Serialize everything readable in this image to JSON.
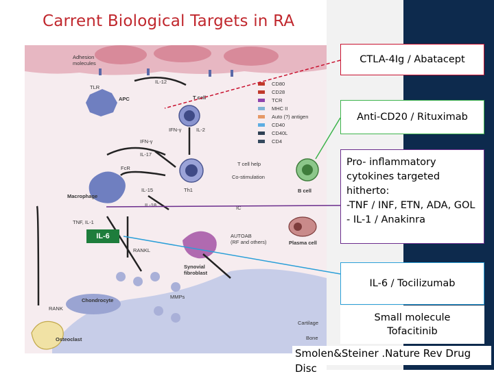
{
  "title": "Carrent  Biological Targets in RA",
  "callouts": {
    "ctla4": "CTLA-4Ig / Abatacept",
    "cd20": "Anti-CD20 / Rituximab",
    "cytokines": [
      "Pro- inflammatory",
      "cytokines  targeted",
      "hitherto:",
      "-TNF / INF, ETN, ADA, GOL",
      "- IL-1 / Anakinra"
    ],
    "il6": "IL-6 / Tocilizumab",
    "small_molecule": [
      "Small molecule",
      "Tofacitinib"
    ]
  },
  "il6_tag": "IL-6",
  "citation": "Smolen&Steiner .Nature Rev Drug Disc",
  "figure_labels": {
    "adhesion": [
      "Adhesion",
      "molecules"
    ],
    "tlr": "TLR",
    "apc": "APC",
    "tcell": "T cell",
    "il12": "IL-12",
    "ifng_short": "IFN-γ",
    "il2": "IL-2",
    "ifng": "IFN-γ",
    "il17": "IL-17",
    "fcr": "FcR",
    "il15": "IL-15",
    "il18": "IL-18",
    "th1": "Th1",
    "tcell_help": "T cell help",
    "costim": "Co-stimulation",
    "bcell": "B cell",
    "macrophage": "Macrophage",
    "ic": "IC",
    "tnf_il1": "TNF, IL-1",
    "autoab": [
      "AUTOAB",
      "(RF and others)"
    ],
    "plasma": "Plasma cell",
    "rankl": "RANKL",
    "synovial": [
      "Synovial",
      "fibroblast"
    ],
    "chondrocyte": "Chondrocyte",
    "mmps": "MMPs",
    "rank": "RANK",
    "osteoclast": "Osteoclast",
    "cartilage": "Cartilage",
    "bone": "Bone",
    "legend": [
      "CD80",
      "CD28",
      "TCR",
      "MHC II",
      "Auto (?) antigen",
      "CD40",
      "CD40L",
      "CD4"
    ]
  },
  "colors": {
    "title": "#c0272d",
    "band": "#0d2a4d",
    "red_box": "#c8102e",
    "green_box": "#3cb44b",
    "purple_box": "#6a2c8c",
    "blue_box": "#2a9fd8",
    "il6_tag": "#1e7d3c"
  }
}
